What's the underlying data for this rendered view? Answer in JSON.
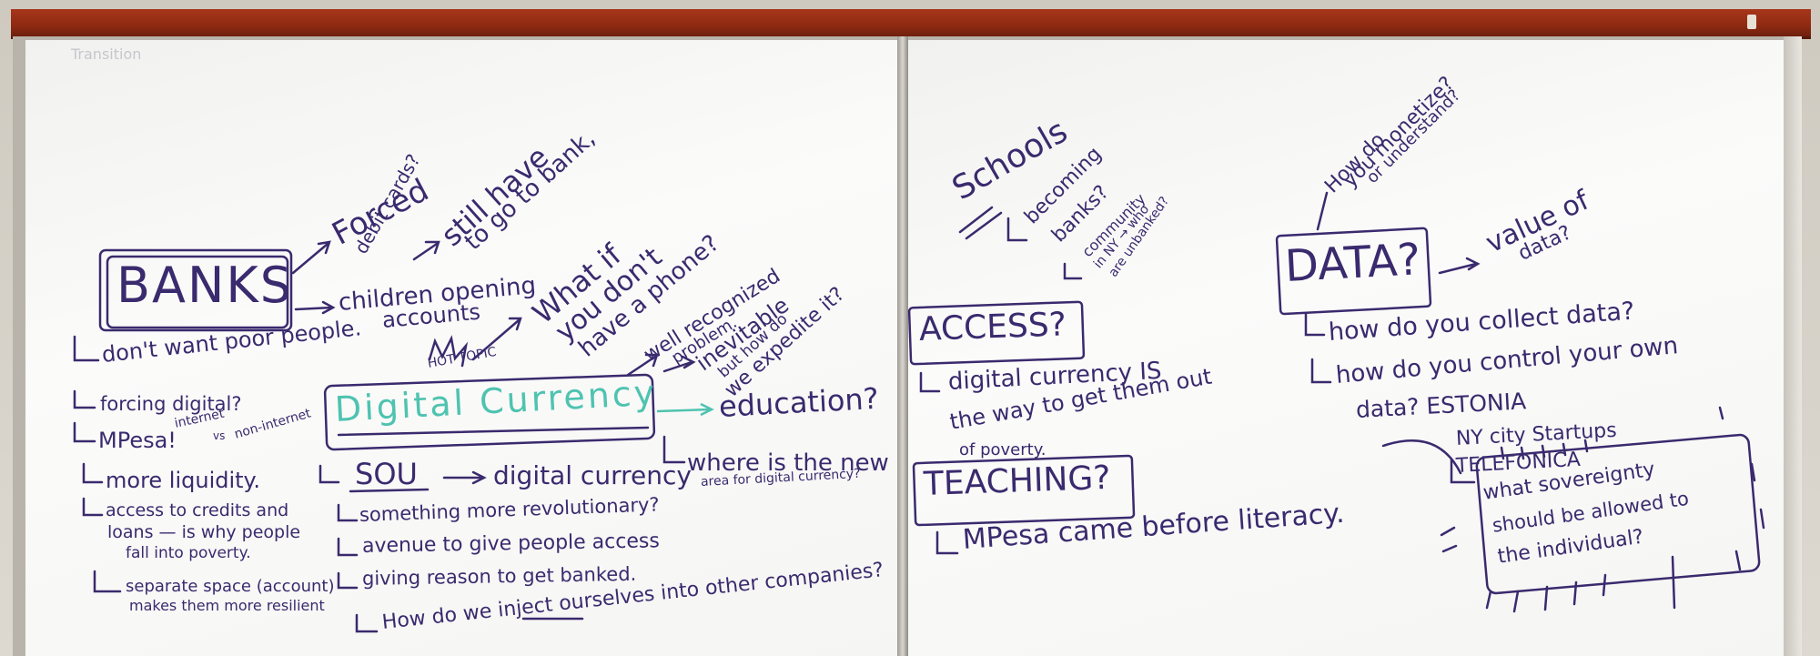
{
  "left": {
    "corner_text": "Transition",
    "banks": "BANKS",
    "forced": "Forced",
    "debit_cards": "debit cards?",
    "still_have": "still have",
    "to_go_to_bank": "to go to bank,",
    "children_opening": "children opening",
    "accounts": "accounts",
    "dont_want": "don't want poor people.",
    "forcing_digital": "forcing digital?",
    "mpesa": "MPesa!",
    "internet": "internet",
    "vs": "vs",
    "non_internet": "non-internet",
    "more_liquidity": "more liquidity.",
    "access_credits": "access to credits and",
    "loans": "loans — is why people",
    "fall_poverty": "fall into poverty.",
    "separate_space": "separate space (account)",
    "more_resilient": "makes them more resilient",
    "hot_topic": "HOT TOPIC",
    "what_if_1": "What if",
    "what_if_2": "you don't",
    "what_if_3": "have a phone?",
    "well_recognized_1": "well recognized",
    "well_recognized_2": "problem.",
    "inevitable": "inevitable",
    "expedite_1": "but how do",
    "expedite_2": "we expedite it?",
    "digital_currency": "Digital Currency",
    "education": "education?",
    "where_new_1": "where is the new",
    "where_new_2": "area for digital currency?",
    "sou": "SOU",
    "to_digital": "digital currency",
    "revolutionary": "something more revolutionary?",
    "avenue": "avenue to give people access",
    "giving_reason": "giving reason to get banked.",
    "inject": "How do we inject ourselves into other companies?"
  },
  "right": {
    "schools": "Schools",
    "becoming": "becoming",
    "banks_q": "banks?",
    "community": "community",
    "in_ny": "in NY → who",
    "unbanked": "are unbanked?",
    "access": "ACCESS?",
    "digital_is": "digital currency IS",
    "the_way": "the way to get them out",
    "of_poverty": "of poverty.",
    "teaching": "TEACHING?",
    "mpesa_came": "MPesa came before literacy.",
    "how_do": "How do",
    "monetize": "you monetize?",
    "understand": "or understand?",
    "data": "DATA?",
    "value_of": "value of",
    "data_q": "data?",
    "collect": "how do you collect data?",
    "control": "how do you control your own",
    "data_estonia": "data? ESTONIA",
    "nycity": "NY city Startups",
    "telefonica": "TELEFONICA",
    "what_sov": "what sovereignty",
    "should_be": "should be allowed to",
    "individual": "the individual?"
  }
}
